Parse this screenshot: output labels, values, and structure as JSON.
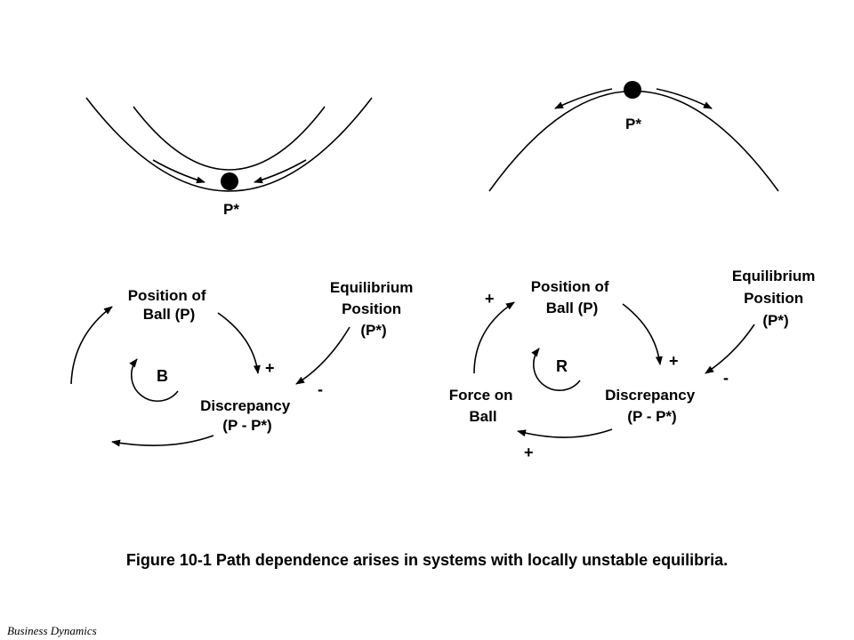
{
  "left_diagram": {
    "eq_label": "P*",
    "nodes": {
      "position": [
        "Position of",
        "Ball (P)"
      ],
      "equilibrium": [
        "Equilibrium",
        "Position",
        "(P*)"
      ],
      "discrepancy": [
        "Discrepancy",
        "(P - P*)"
      ]
    },
    "loop_label": "B",
    "polarities": {
      "pos_to_disc": "+",
      "eq_to_disc": "-"
    }
  },
  "right_diagram": {
    "eq_label": "P*",
    "nodes": {
      "position": [
        "Position of",
        "Ball (P)"
      ],
      "equilibrium": [
        "Equilibrium",
        "Position",
        "(P*)"
      ],
      "discrepancy": [
        "Discrepancy",
        "(P - P*)"
      ],
      "force": [
        "Force on",
        "Ball"
      ]
    },
    "loop_label": "R",
    "polarities": {
      "pos_to_disc": "+",
      "eq_to_disc": "-",
      "disc_to_force": "+",
      "force_to_pos": "+"
    }
  },
  "caption": "Figure 10-1  Path dependence arises in systems with locally unstable equilibria.",
  "footer": "Business Dynamics"
}
